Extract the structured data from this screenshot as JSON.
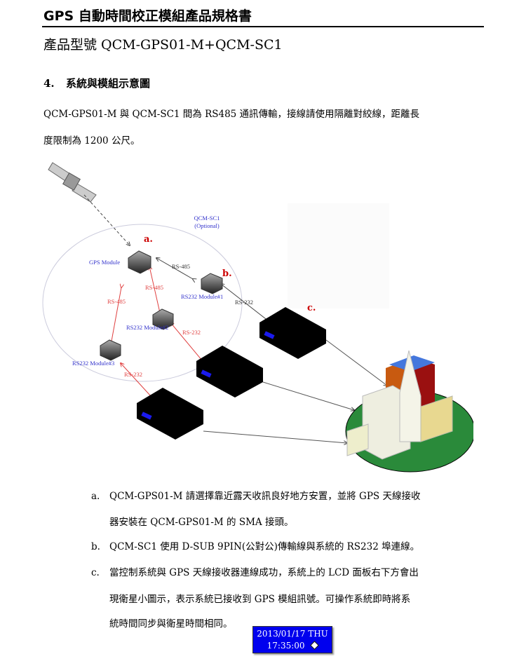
{
  "header": {
    "title": "GPS 自動時間校正模組產品規格書",
    "subtitle": "產品型號 QCM-GPS01-M+QCM-SC1"
  },
  "section": {
    "number": "4.",
    "title": "系統與模組示意圖"
  },
  "intro": [
    "QCM-GPS01-M 與 QCM-SC1 間為 RS485 通訊傳輸，接線請使用隔離對絞線，距離長",
    "度限制為 1200 公尺。"
  ],
  "diagram": {
    "sc1_label": "QCM-SC1",
    "sc1_optional": "(Optional)",
    "gps_module": "GPS Module",
    "module1": "RS232 Module#1",
    "module2": "RS232 Module#2",
    "module3": "RS232 Module#3",
    "rs485": "RS-485",
    "rs232": "RS-232",
    "marker_a": "a.",
    "marker_b": "b.",
    "marker_c": "c."
  },
  "list": [
    {
      "marker": "a.",
      "lines": [
        "QCM-GPS01-M 請選擇靠近露天收訊良好地方安置，並將 GPS 天線接收",
        "器安裝在 QCM-GPS01-M 的 SMA 接頭。"
      ]
    },
    {
      "marker": "b.",
      "lines": [
        "QCM-SC1 使用 D-SUB 9PIN(公對公)傳輸線與系統的 RS232 埠連線。"
      ]
    },
    {
      "marker": "c.",
      "lines": [
        "當控制系統與 GPS 天線接收器連線成功，系統上的 LCD 面板右下方會出",
        "現衛星小圖示，表示系統已接收到 GPS 模組訊號。可操作系統即時將系",
        "統時間同步與衛星時間相同。"
      ]
    }
  ],
  "lcd": {
    "date": "2013/01/17 THU",
    "time": "17:35:00"
  },
  "colors": {
    "label_blue": "#3333cc",
    "link_red": "#e04040",
    "lcd_blue": "#0000ee"
  }
}
